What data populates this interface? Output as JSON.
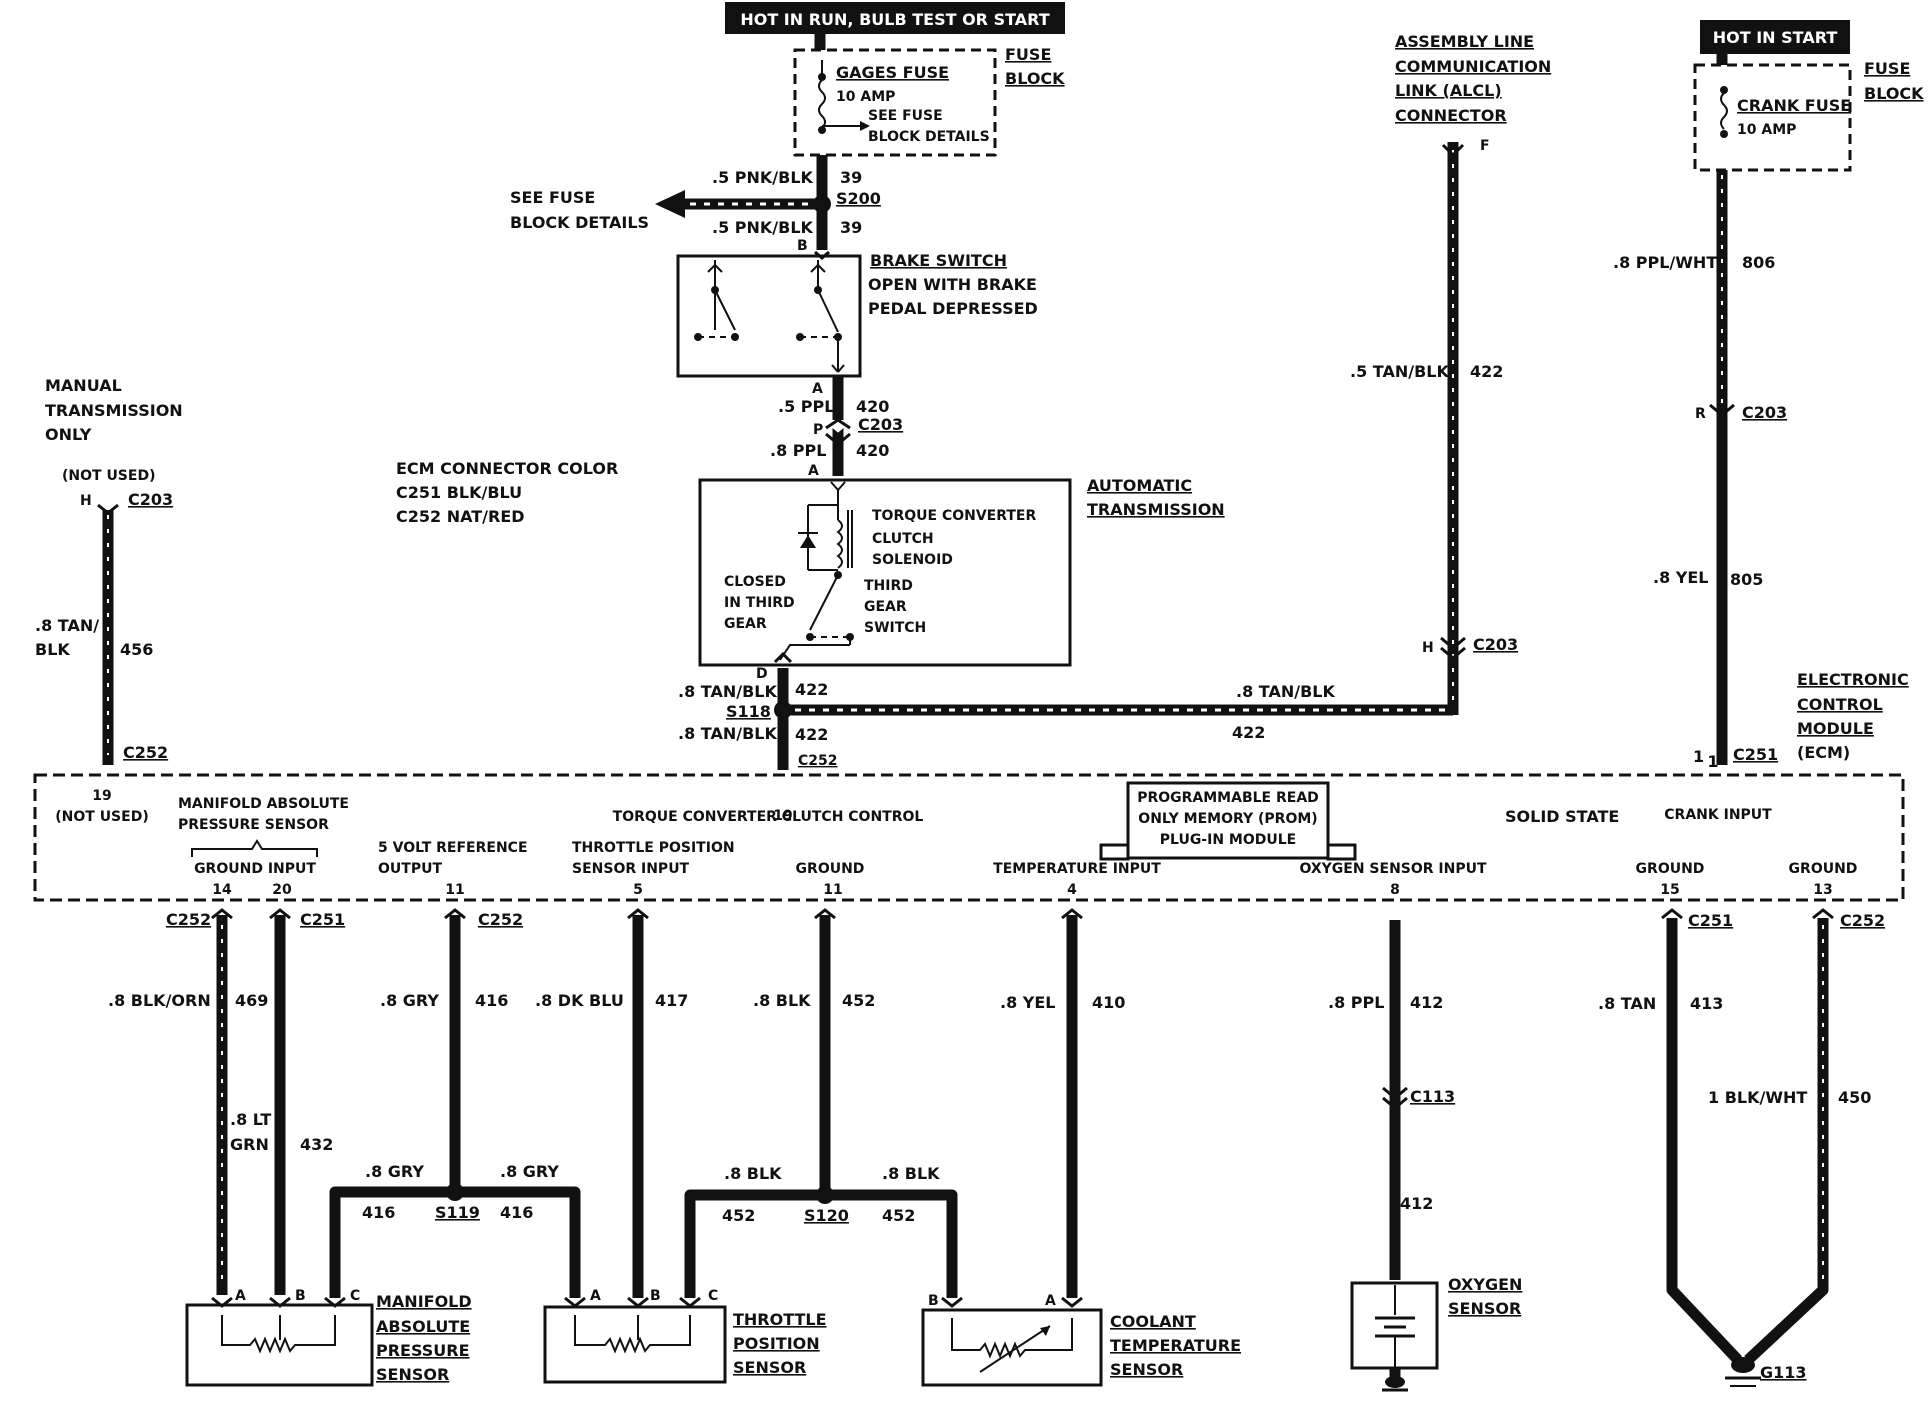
{
  "power": {
    "hot_run": "HOT IN RUN,   BULB TEST OR START",
    "hot_start": "HOT IN START"
  },
  "gages_fuse": {
    "name": "GAGES FUSE",
    "amp": "10 AMP",
    "see1": "SEE FUSE",
    "see2": "BLOCK DETAILS",
    "block1": "FUSE",
    "block2": "BLOCK"
  },
  "crank_fuse": {
    "name": "CRANK FUSE",
    "amp": "10 AMP",
    "block1": "FUSE",
    "block2": "BLOCK"
  },
  "see_fuse": {
    "l1": "SEE FUSE",
    "l2": "BLOCK DETAILS"
  },
  "alcl": {
    "l1": "ASSEMBLY LINE",
    "l2": "COMMUNICATION",
    "l3": "LINK (ALCL)",
    "l4": "CONNECTOR",
    "pin": "F"
  },
  "brake": {
    "title": "BRAKE SWITCH",
    "l2": "OPEN WITH BRAKE",
    "l3": "PEDAL DEPRESSED",
    "pinB": "B",
    "pinA": "A"
  },
  "auto_trans": {
    "l1": "AUTOMATIC",
    "l2": "TRANSMISSION",
    "tcc1": "TORQUE CONVERTER",
    "tcc2": "CLUTCH",
    "tcc3": "SOLENOID",
    "closed1": "CLOSED",
    "closed2": "IN THIRD",
    "closed3": "GEAR",
    "third1": "THIRD",
    "third2": "GEAR",
    "third3": "SWITCH",
    "pinA": "A",
    "pinD": "D"
  },
  "manual_trans": {
    "l1": "MANUAL",
    "l2": "TRANSMISSION",
    "l3": "ONLY",
    "not_used": "(NOT USED)"
  },
  "ecm_color": {
    "l1": "ECM CONNECTOR COLOR",
    "l2": "C251 BLK/BLU",
    "l3": "C252 NAT/RED"
  },
  "ecm": {
    "l1": "ELECTRONIC",
    "l2": "CONTROL",
    "l3": "MODULE",
    "l4": "(ECM)",
    "solid_state": "SOLID STATE",
    "prom1": "PROGRAMMABLE READ",
    "prom2": "ONLY MEMORY (PROM)",
    "prom3": "PLUG-IN MODULE",
    "tcc_ctrl": "TORQUE CONVERTER CLUTCH CONTROL",
    "crank_input": "CRANK INPUT",
    "map1": "MANIFOLD ABSOLUTE",
    "map2": "PRESSURE SENSOR",
    "ground_input": "GROUND  INPUT",
    "vref1": "5 VOLT REFERENCE",
    "vref2": "OUTPUT",
    "tps1": "THROTTLE POSITION",
    "tps2": "SENSOR INPUT",
    "ground": "GROUND",
    "temp_input": "TEMPERATURE INPUT",
    "o2_input": "OXYGEN SENSOR  INPUT",
    "not_used": "(NOT USED)",
    "pins": {
      "p19a": "19",
      "p14": "14",
      "p20": "20",
      "p11a": "11",
      "p5": "5",
      "p19b": "19",
      "p11b": "11",
      "p4": "4",
      "p8": "8",
      "p15": "15",
      "p13": "13",
      "p1": "1"
    }
  },
  "wires": {
    "pnk1": ".5 PNK/BLK",
    "c39a": "39",
    "s200": "S200",
    "pnk2": ".5 PNK/BLK",
    "c39b": "39",
    "ppl5": ".5 PPL",
    "c420a": "420",
    "p": "P",
    "c203a": "C203",
    "ppl8": ".8 PPL",
    "c420b": "420",
    "tan5": ".5 TAN/BLK",
    "c422a": "422",
    "h": "H",
    "c203b": "C203",
    "tan8a": ".8 TAN/BLK",
    "c422b": "422",
    "s118": "S118",
    "tan8b": ".8 TAN/BLK",
    "c422c": "422",
    "tan8h": ".8 TAN/BLK",
    "c422h": "422",
    "c252a": "C252",
    "ppl_wht": ".8 PPL/WHT",
    "c806": "806",
    "r": "R",
    "c203c": "C203",
    "yel": ".8 YEL",
    "c805": "805",
    "one": "1",
    "c251a": "C251",
    "man_h": "H",
    "man_c203": "C203",
    "tan_l1": ".8 TAN/",
    "tan_l2": "BLK",
    "c456": "456",
    "man_c252": "C252",
    "c252b": "C252",
    "c251b": "C251",
    "c252c": "C252",
    "blk_orn": ".8 BLK/ORN",
    "c469": "469",
    "ltgrn1": ".8 LT",
    "ltgrn2": "GRN",
    "c432": "432",
    "gry": ".8 GRY",
    "c416": "416",
    "gry_a": ".8 GRY",
    "c416a": "416",
    "s119": "S119",
    "gry_b": ".8 GRY",
    "c416b": "416",
    "dkblu": ".8 DK BLU",
    "c417": "417",
    "blk": ".8 BLK",
    "c452": "452",
    "blk_a": ".8 BLK",
    "c452a": "452",
    "s120": "S120",
    "blk_b": ".8 BLK",
    "c452b": "452",
    "yel2": ".8 YEL",
    "c410": "410",
    "ppl2": ".8 PPL",
    "c412": "412",
    "c113": "C113",
    "c412b": "412",
    "tan": ".8 TAN",
    "c413": "413",
    "c251c": "C251",
    "blkwht": "1 BLK/WHT",
    "c450": "450",
    "c252d": "C252"
  },
  "sensors": {
    "map": {
      "l1": "MANIFOLD",
      "l2": "ABSOLUTE",
      "l3": "PRESSURE",
      "l4": "SENSOR",
      "a": "A",
      "b": "B",
      "c": "C"
    },
    "tps": {
      "l1": "THROTTLE",
      "l2": "POSITION",
      "l3": "SENSOR",
      "a": "A",
      "b": "B",
      "c": "C"
    },
    "cts": {
      "l1": "COOLANT",
      "l2": "TEMPERATURE",
      "l3": "SENSOR",
      "a": "A",
      "b": "B"
    },
    "o2": {
      "l1": "OXYGEN",
      "l2": "SENSOR"
    },
    "g113": "G113"
  }
}
